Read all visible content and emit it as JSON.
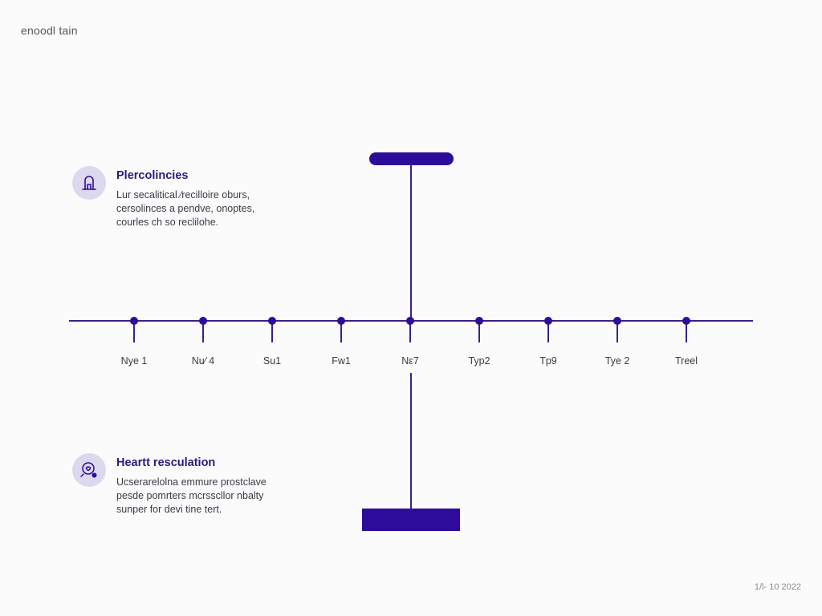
{
  "header": {
    "brand": "enoodl tain"
  },
  "footer": {
    "date": "1/l- 10 2022"
  },
  "colors": {
    "accent": "#2d0c9c",
    "line": "#3b1f8c",
    "icon_bg": "#dcd8ee",
    "background": "#fbfbfc"
  },
  "timeline": {
    "ticks": [
      "Nye 1",
      "Nu⁄ 4",
      "Su1",
      "Fw1",
      "Nε7",
      "Typ2",
      "Tp9",
      "Tye 2",
      "Treel"
    ]
  },
  "cards": [
    {
      "icon": "tooth-icon",
      "title": "Plercolincies",
      "lines": [
        "Lur secalitical ⁄recilloire oburs,",
        "cersolinces a pendve, onoptes,",
        "courles ch so reclilohe."
      ]
    },
    {
      "icon": "heart-scan-icon",
      "title": "Heartt resculation",
      "lines": [
        "Ucserarelolna emmure prostclave",
        "pesde pomrters mcrsscllor nbalty",
        "sunper for devi tine tert."
      ]
    }
  ]
}
